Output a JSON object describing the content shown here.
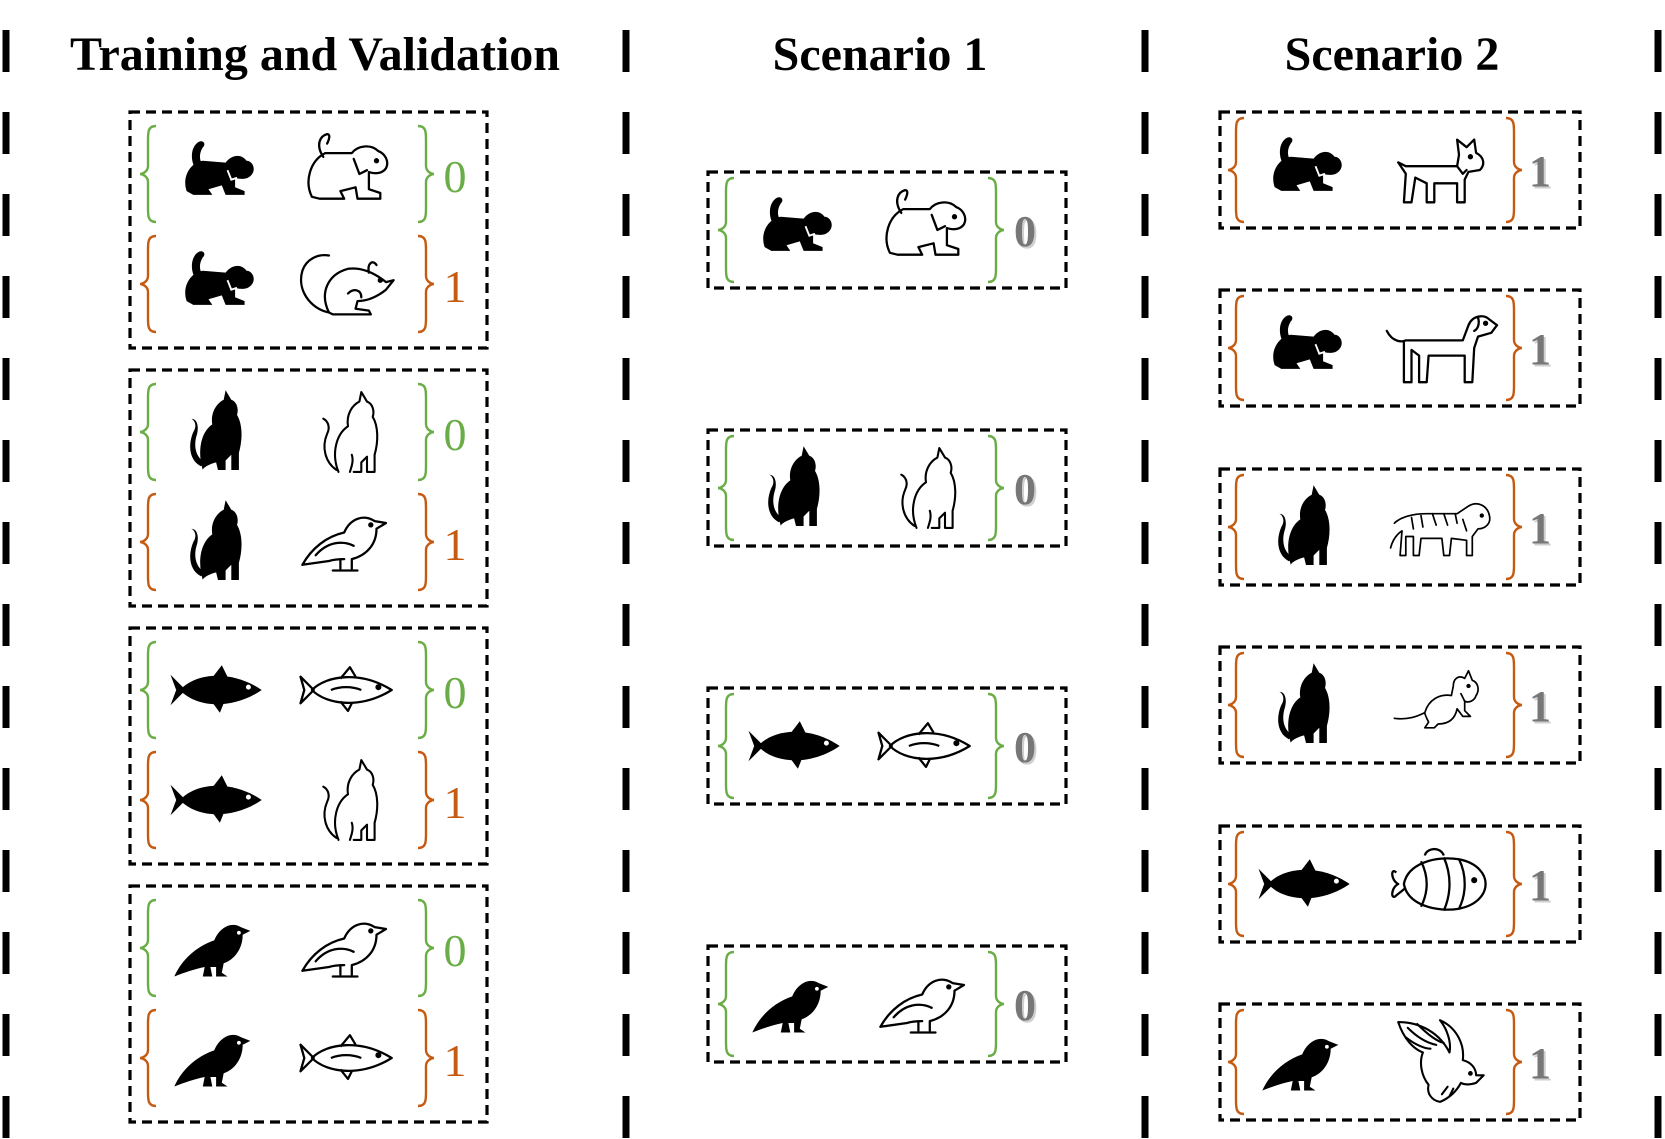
{
  "columns": [
    {
      "id": "train",
      "title": "Training and Validation"
    },
    {
      "id": "s1",
      "title": "Scenario 1"
    },
    {
      "id": "s2",
      "title": "Scenario 2"
    }
  ],
  "colors": {
    "same": "#6aac46",
    "different": "#c55a11",
    "test_label": "#777777"
  },
  "training_groups": [
    {
      "pairs": [
        {
          "anchor": "dog-black",
          "other": "dog-outline",
          "label": "0",
          "bracket": "same"
        },
        {
          "anchor": "dog-black",
          "other": "mouse-outline",
          "label": "1",
          "bracket": "different"
        }
      ]
    },
    {
      "pairs": [
        {
          "anchor": "cat-black",
          "other": "cat-outline",
          "label": "0",
          "bracket": "same"
        },
        {
          "anchor": "cat-black",
          "other": "bird-outline",
          "label": "1",
          "bracket": "different"
        }
      ]
    },
    {
      "pairs": [
        {
          "anchor": "fish-black",
          "other": "fish-outline",
          "label": "0",
          "bracket": "same"
        },
        {
          "anchor": "fish-black",
          "other": "cat-outline",
          "label": "1",
          "bracket": "different"
        }
      ]
    },
    {
      "pairs": [
        {
          "anchor": "bird-black",
          "other": "bird-outline",
          "label": "0",
          "bracket": "same"
        },
        {
          "anchor": "bird-black",
          "other": "fish-outline",
          "label": "1",
          "bracket": "different"
        }
      ]
    }
  ],
  "scenario1_pairs": [
    {
      "anchor": "dog-black",
      "other": "dog-outline",
      "label": "0",
      "bracket": "same"
    },
    {
      "anchor": "cat-black",
      "other": "cat-outline",
      "label": "0",
      "bracket": "same"
    },
    {
      "anchor": "fish-black",
      "other": "fish-outline",
      "label": "0",
      "bracket": "same"
    },
    {
      "anchor": "bird-black",
      "other": "bird-outline",
      "label": "0",
      "bracket": "same"
    }
  ],
  "scenario2_pairs": [
    {
      "anchor": "dog-black",
      "other": "small-dog-outline",
      "label": "1",
      "bracket": "different"
    },
    {
      "anchor": "dog-black",
      "other": "standing-dog-outline",
      "label": "1",
      "bracket": "different"
    },
    {
      "anchor": "cat-black",
      "other": "tiger-outline",
      "label": "1",
      "bracket": "different"
    },
    {
      "anchor": "cat-black",
      "other": "kitten-outline",
      "label": "1",
      "bracket": "different"
    },
    {
      "anchor": "fish-black",
      "other": "clownfish-outline",
      "label": "1",
      "bracket": "different"
    },
    {
      "anchor": "bird-black",
      "other": "eagle-outline",
      "label": "1",
      "bracket": "different"
    }
  ]
}
